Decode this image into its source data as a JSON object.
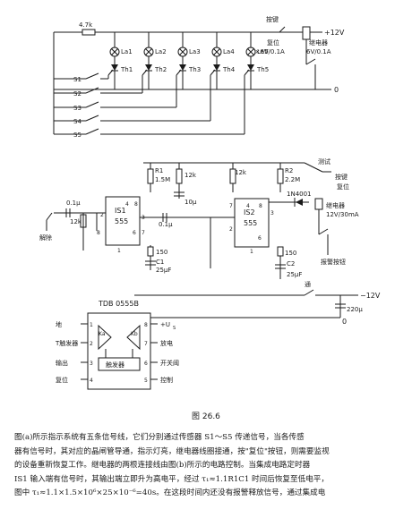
{
  "figure_a": {
    "resistor_top": "4.7k",
    "button": "按键",
    "reset": "复位",
    "lamp_rating": "5×6V/0.1A",
    "relay_name": "继电器",
    "relay_rating": "6V/0.1A",
    "supply": "+12V",
    "ground": "0",
    "lamps": [
      "La1",
      "La2",
      "La3",
      "La4",
      "La5"
    ],
    "thyristors": [
      "Th1",
      "Th2",
      "Th3",
      "Th4",
      "Th5"
    ],
    "switches": [
      "S1",
      "S2",
      "S3",
      "S4",
      "S5"
    ]
  },
  "figure_b": {
    "r1": "R1",
    "r1_val": "1.5M",
    "r12k_a": "12k",
    "r12k_b": "12k",
    "cap_10u": "10μ",
    "r2": "R2",
    "r2_val": "2.2M",
    "test": "测试",
    "button": "按键",
    "reset": "复位",
    "diode": "1N4001",
    "relay": "继电器",
    "relay_rating": "12V/30mA",
    "cap_01u_a": "0.1μ",
    "r12k_in": "12k",
    "ic1": "IS1",
    "ic1_type": "555",
    "ic2": "IS2",
    "ic2_type": "555",
    "cap_01u_b": "0.1μ",
    "release": "解除",
    "r150_a": "150",
    "c1": "C1",
    "c1_val": "25μF",
    "r150_b": "150",
    "c2": "C2",
    "c2_val": "25μF",
    "alarm_btn": "报警按钮",
    "pins_ic1": [
      "4",
      "8",
      "3",
      "2",
      "6",
      "7",
      "1"
    ],
    "pins_ic2": [
      "4",
      "8",
      "7",
      "3",
      "2",
      "6",
      "1"
    ],
    "power_sw": "通",
    "neg_supply": "−12V",
    "cap_220u": "220μ",
    "ground": "0"
  },
  "figure_c": {
    "title": "TDB 0555B",
    "left_labels": [
      "地",
      "T触发器",
      "输出",
      "复位"
    ],
    "right_labels": [
      "+U",
      "放电",
      "开关阈",
      "控制"
    ],
    "left_pins": [
      "1",
      "2",
      "3",
      "4"
    ],
    "right_pins": [
      "8",
      "7",
      "6",
      "5"
    ],
    "comparator_a": "Ka",
    "comparator_b": "Kb",
    "flipflop": "触发器",
    "supply_sub": "S"
  },
  "caption": "图 26.6",
  "paragraph": [
    "图(a)所示指示系统有五条信号线，它们分别通过传感器 S1～S5 传递信号，当各传感",
    "器有信号时，其对应的晶闸管导通，指示灯亮，继电器线圈接通，按\"复位\"按钮，则需要监视",
    "的设备重新恢复工作。继电器的两根连接线由图(b)所示的电路控制。当集成电路定时器",
    "IS1 输入端有信号时，其输出端立即升为高电平，经过 τ₁≈1.1R1C1 时间后恢复至低电平，",
    "图中 τ₁≈1.1×1.5×10⁶×25×10⁻⁶=40s。在这段时间内还没有报警释放信号，通过集成电"
  ]
}
